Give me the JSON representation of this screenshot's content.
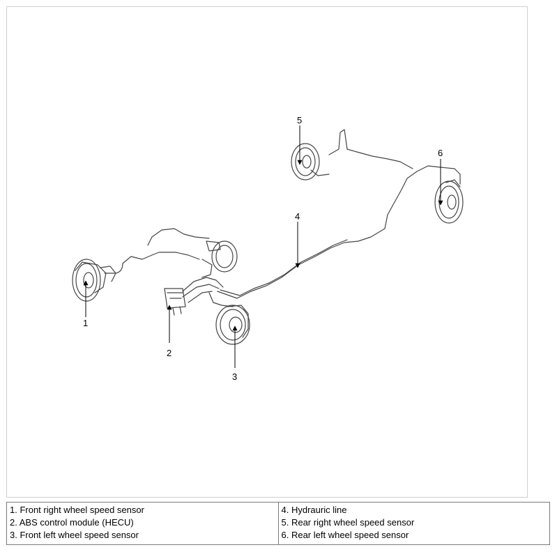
{
  "callouts": [
    "1",
    "2",
    "3",
    "4",
    "5",
    "6"
  ],
  "legend": {
    "left": [
      "1. Front right wheel speed sensor",
      "2. ABS control module (HECU)",
      "3. Front left wheel speed sensor"
    ],
    "right": [
      "4. Hydrauric line",
      "5. Rear right wheel speed sensor",
      "6. Rear left wheel speed sensor"
    ]
  }
}
